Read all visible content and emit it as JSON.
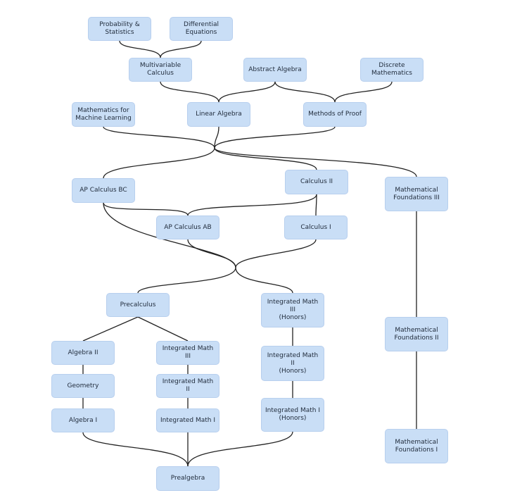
{
  "nodes": {
    "prob_stats": "Probability &\nStatistics",
    "diff_eq": "Differential\nEquations",
    "multivar": "Multivariable\nCalculus",
    "abstract_alg": "Abstract Algebra",
    "discrete": "Discrete\nMathematics",
    "math_ml": "Mathematics for\nMachine Learning",
    "linear_alg": "Linear Algebra",
    "methods_proof": "Methods of Proof",
    "ap_bc": "AP Calculus BC",
    "calc2": "Calculus II",
    "mf3": "Mathematical\nFoundations III",
    "ap_ab": "AP Calculus AB",
    "calc1": "Calculus I",
    "precalc": "Precalculus",
    "im3h": "Integrated Math III\n(Honors)",
    "mf2": "Mathematical\nFoundations II",
    "alg2": "Algebra II",
    "im3": "Integrated Math III",
    "im2h": "Integrated Math II\n(Honors)",
    "geometry": "Geometry",
    "im2": "Integrated Math II",
    "im1h": "Integrated Math I\n(Honors)",
    "alg1": "Algebra I",
    "im1": "Integrated Math I",
    "mf1": "Mathematical\nFoundations I",
    "prealgebra": "Prealgebra"
  },
  "colors": {
    "node_fill": "#c9def6",
    "edge": "#222222"
  }
}
